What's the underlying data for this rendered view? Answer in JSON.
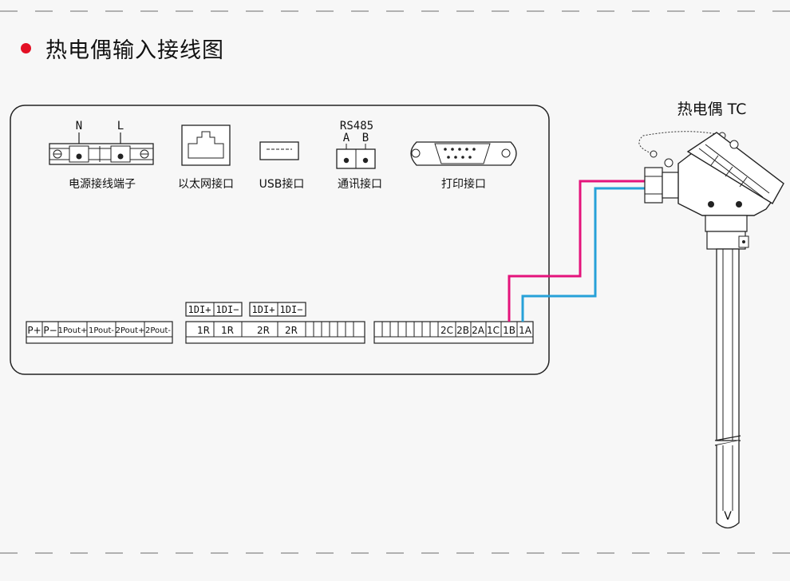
{
  "title": "热电偶输入接线图",
  "colors": {
    "bullet": "#e30f24",
    "wire_b": "#e4137b",
    "wire_a": "#27a1d8",
    "dash": "#9a9a9a"
  },
  "device": {
    "power": {
      "label": "电源接线端子",
      "n": "N",
      "l": "L"
    },
    "ethernet": {
      "label": "以太网接口"
    },
    "usb": {
      "label": "USB接口"
    },
    "comm": {
      "label": "通讯接口",
      "rs485": "RS485",
      "a": "A",
      "b": "B"
    },
    "print": {
      "label": "打印接口"
    }
  },
  "terminals_left": [
    "P+",
    "P−",
    "1Pout+",
    "1Pout-",
    "2Pout+",
    "2Pout-"
  ],
  "terminals_mid_top": [
    "1DI+",
    "1DI−",
    "1DI+",
    "1DI−"
  ],
  "terminals_mid": [
    "1R",
    "1R",
    "2R",
    "2R"
  ],
  "terminals_right": [
    "2C",
    "2B",
    "2A",
    "1C",
    "1B",
    "1A"
  ],
  "sensor": {
    "label": "热电偶 TC",
    "tip": "V"
  }
}
